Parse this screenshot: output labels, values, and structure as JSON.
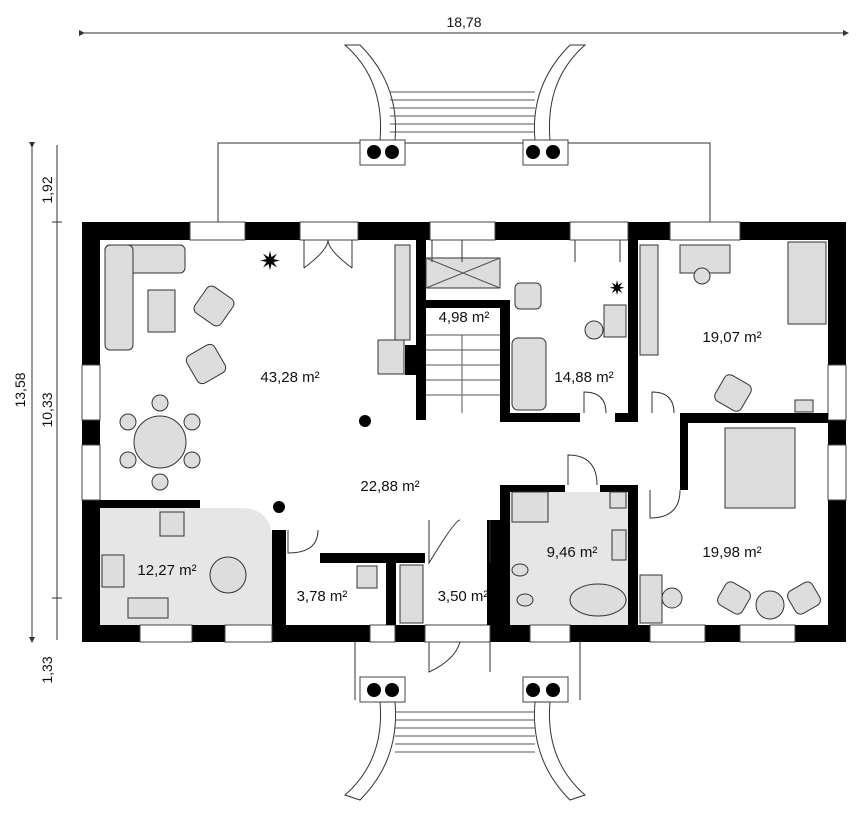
{
  "dimensions": {
    "total_width": "18,78",
    "total_depth": "13,58",
    "building_depth": "10,33",
    "front_terrace_depth": "1,92",
    "rear_terrace_depth": "1,33"
  },
  "rooms": [
    {
      "id": "living",
      "area": "43,28 m²"
    },
    {
      "id": "stairs",
      "area": "4,98 m²"
    },
    {
      "id": "study",
      "area": "14,88 m²"
    },
    {
      "id": "bedroom-1",
      "area": "19,07 m²"
    },
    {
      "id": "hall",
      "area": "22,88 m²"
    },
    {
      "id": "kitchen",
      "area": "12,27 m²"
    },
    {
      "id": "boiler",
      "area": "3,78 m²"
    },
    {
      "id": "vestibule",
      "area": "3,50 m²"
    },
    {
      "id": "bathroom",
      "area": "9,46 m²"
    },
    {
      "id": "bedroom-2",
      "area": "19,98 m²"
    }
  ]
}
